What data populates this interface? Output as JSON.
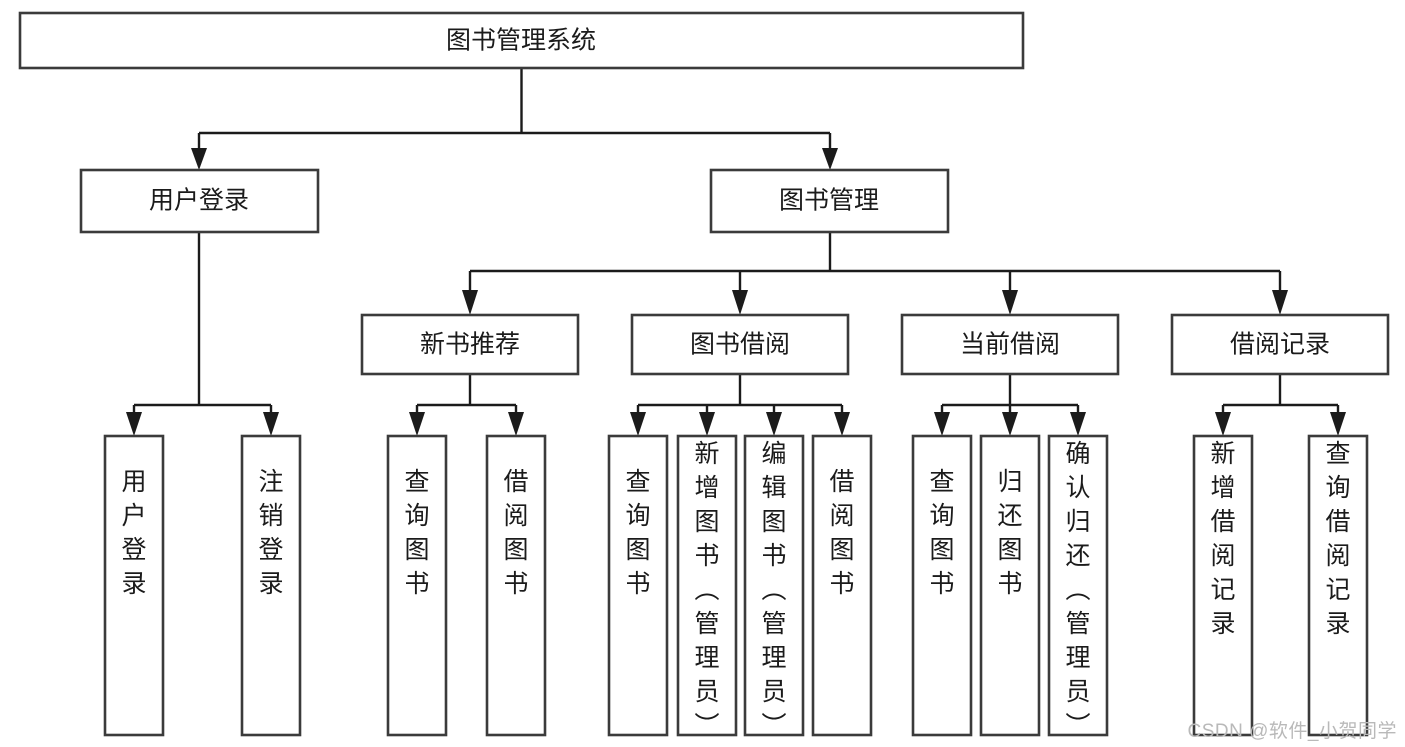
{
  "diagram": {
    "type": "tree-hierarchy",
    "title": "图书管理系统",
    "watermark": "CSDN @软件_小贺同学",
    "colors": {
      "box_fill": "#ffffff",
      "box_stroke": "#3b3b3b",
      "connector": "#1b1b1b",
      "text": "#1b1b1b",
      "watermark": "#b9b9b9",
      "background": "#ffffff"
    },
    "root": {
      "label": "图书管理系统"
    },
    "level1": [
      {
        "label": "用户登录"
      },
      {
        "label": "图书管理"
      }
    ],
    "level2": [
      {
        "label": "新书推荐"
      },
      {
        "label": "图书借阅"
      },
      {
        "label": "当前借阅"
      },
      {
        "label": "借阅记录"
      }
    ],
    "leaves": {
      "user_login": [
        {
          "label": "用户登录"
        },
        {
          "label": "注销登录"
        }
      ],
      "new_book_recommend": [
        {
          "label": "查询图书"
        },
        {
          "label": "借阅图书"
        }
      ],
      "book_borrow": [
        {
          "label": "查询图书"
        },
        {
          "label": "新增图书（管理员）"
        },
        {
          "label": "编辑图书（管理员）"
        },
        {
          "label": "借阅图书"
        }
      ],
      "current_borrow": [
        {
          "label": "查询图书"
        },
        {
          "label": "归还图书"
        },
        {
          "label": "确认归还（管理员）"
        }
      ],
      "borrow_record": [
        {
          "label": "新增借阅记录"
        },
        {
          "label": "查询借阅记录"
        }
      ]
    }
  }
}
